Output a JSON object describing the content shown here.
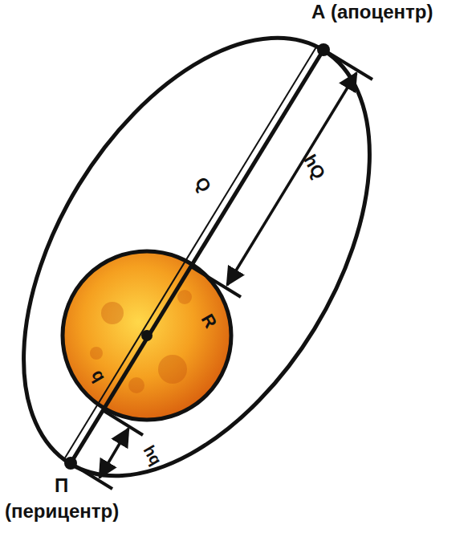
{
  "diagram": {
    "labels": [
      "А (апоцентр)",
      "Q",
      "hQ",
      "R",
      "q",
      "hq",
      "П",
      "(перицентр)"
    ]
  }
}
